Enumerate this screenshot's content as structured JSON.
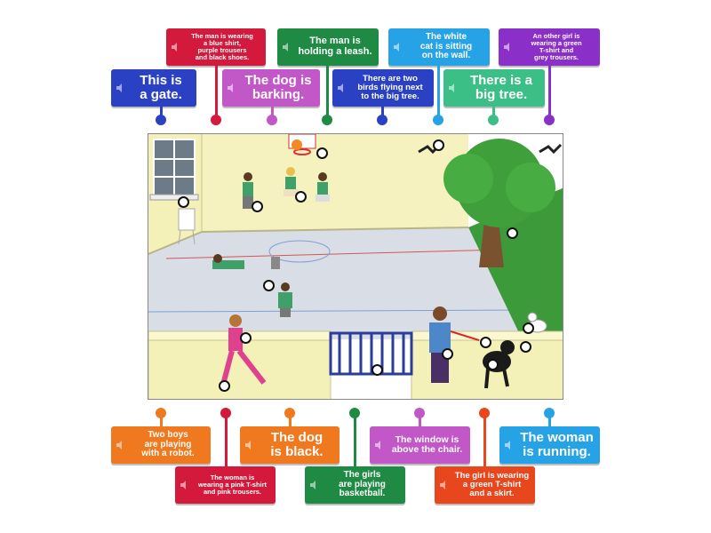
{
  "labels": {
    "top": [
      {
        "text": "This is\na gate.",
        "color": "#2a41c4"
      },
      {
        "text": "The man is wearing\na blue shirt,\npurple trousers\nand black shoes.",
        "color": "#d3193c"
      },
      {
        "text": "The dog is\nbarking.",
        "color": "#c257c8"
      },
      {
        "text": "The man is\nholding a leash.",
        "color": "#1e8a43"
      },
      {
        "text": "There are two\nbirds flying next\nto the big tree.",
        "color": "#2a41c4"
      },
      {
        "text": "The white\ncat is sitting\non the wall.",
        "color": "#26a3e6"
      },
      {
        "text": "There is a\nbig tree.",
        "color": "#3bbf87"
      },
      {
        "text": "An other girl is\nwearing a green\nT-shirt and\ngrey trousers.",
        "color": "#8b2fc9"
      }
    ],
    "bottom": [
      {
        "text": "Two boys\nare playing\nwith a robot.",
        "color": "#f0781e"
      },
      {
        "text": "The woman is\nwearing a pink T-shirt\nand pink trousers.",
        "color": "#d3193c"
      },
      {
        "text": "The dog\nis black.",
        "color": "#f0781e"
      },
      {
        "text": "The girls\nare playing\nbasketball.",
        "color": "#1e8a43"
      },
      {
        "text": "The window is\nabove the chair.",
        "color": "#c257c8"
      },
      {
        "text": "The girl is wearing\na green T-shirt\nand a skirt.",
        "color": "#e8461c"
      },
      {
        "text": "The woman\nis running.",
        "color": "#26a3e6"
      }
    ]
  },
  "scene": {
    "description_icons": [
      "window-icon",
      "chair-icon",
      "basketball-hoop-icon",
      "tree-icon",
      "gate-icon",
      "dog-icon",
      "cat-icon",
      "bird-icon"
    ]
  }
}
